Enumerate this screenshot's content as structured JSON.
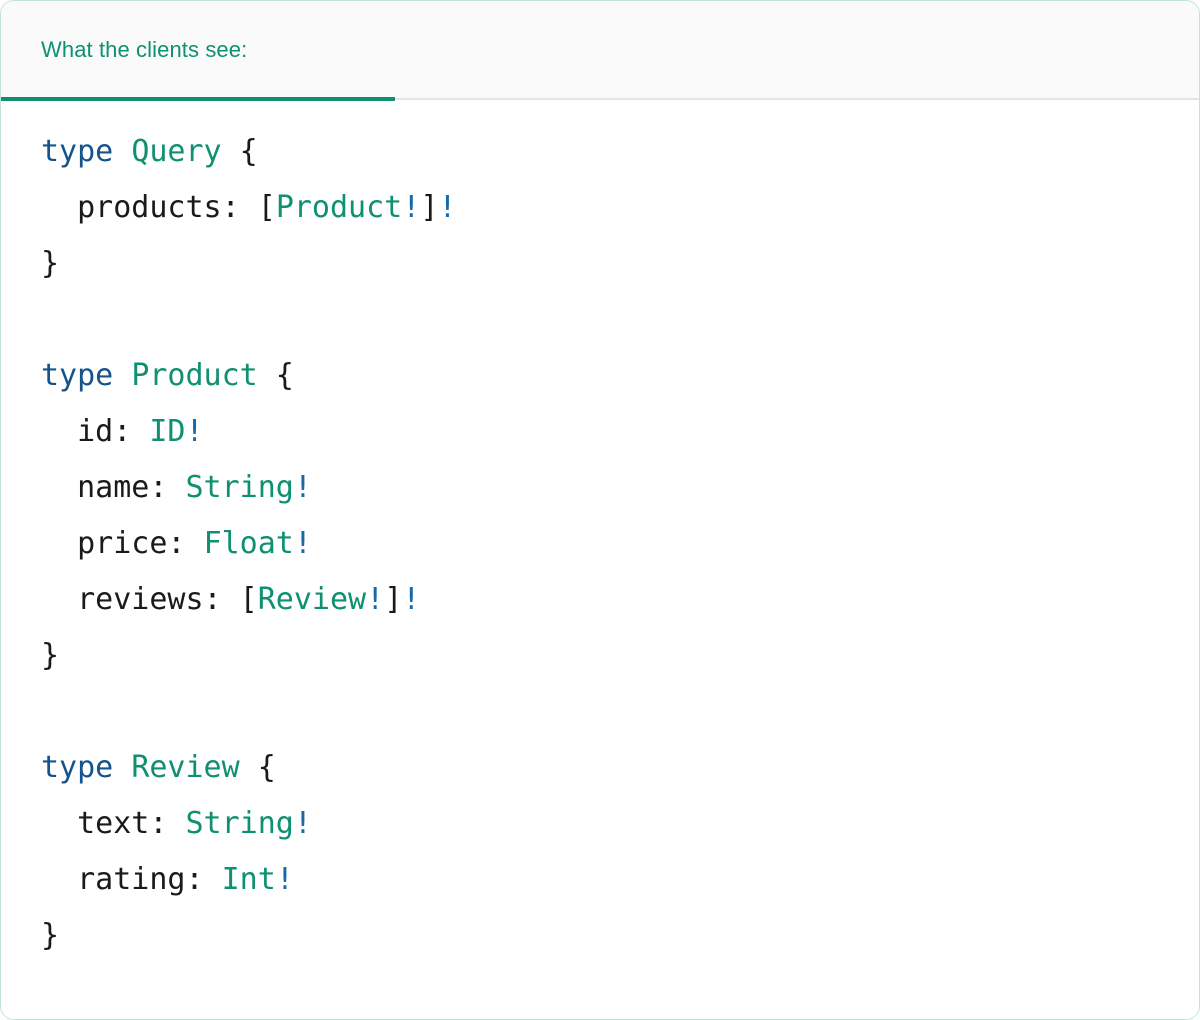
{
  "card": {
    "border_color": "#c3e3d4",
    "background": "#ffffff"
  },
  "header": {
    "background": "#fafafa",
    "active_tab_label": "What the clients see:",
    "accent_color": "#0e9071",
    "divider_color": "#e4e4e4"
  },
  "syntax_colors": {
    "keyword": "#15538c",
    "typename": "#0e9071",
    "non_null_bang": "#1769aa",
    "plain": "#1a1a1a"
  },
  "code": {
    "language": "graphql",
    "raw": "type Query {\n  products: [Product!]!\n}\n\ntype Product {\n  id: ID!\n  name: String!\n  price: Float!\n  reviews: [Review!]!\n}\n\ntype Review {\n  text: String!\n  rating: Int!\n}",
    "lines": [
      {
        "id": "l1",
        "tokens": [
          {
            "t": "type",
            "c": "keyword"
          },
          {
            "t": " ",
            "c": "plain"
          },
          {
            "t": "Query",
            "c": "typename"
          },
          {
            "t": " {",
            "c": "plain"
          }
        ]
      },
      {
        "id": "l2",
        "tokens": [
          {
            "t": "  products: [",
            "c": "plain"
          },
          {
            "t": "Product",
            "c": "typename"
          },
          {
            "t": "!",
            "c": "bang"
          },
          {
            "t": "]",
            "c": "plain"
          },
          {
            "t": "!",
            "c": "bang"
          }
        ]
      },
      {
        "id": "l3",
        "tokens": [
          {
            "t": "}",
            "c": "plain"
          }
        ]
      },
      {
        "id": "l4",
        "tokens": []
      },
      {
        "id": "l5",
        "tokens": [
          {
            "t": "type",
            "c": "keyword"
          },
          {
            "t": " ",
            "c": "plain"
          },
          {
            "t": "Product",
            "c": "typename"
          },
          {
            "t": " {",
            "c": "plain"
          }
        ]
      },
      {
        "id": "l6",
        "tokens": [
          {
            "t": "  id: ",
            "c": "plain"
          },
          {
            "t": "ID",
            "c": "typename"
          },
          {
            "t": "!",
            "c": "bang"
          }
        ]
      },
      {
        "id": "l7",
        "tokens": [
          {
            "t": "  name: ",
            "c": "plain"
          },
          {
            "t": "String",
            "c": "typename"
          },
          {
            "t": "!",
            "c": "bang"
          }
        ]
      },
      {
        "id": "l8",
        "tokens": [
          {
            "t": "  price: ",
            "c": "plain"
          },
          {
            "t": "Float",
            "c": "typename"
          },
          {
            "t": "!",
            "c": "bang"
          }
        ]
      },
      {
        "id": "l9",
        "tokens": [
          {
            "t": "  reviews: [",
            "c": "plain"
          },
          {
            "t": "Review",
            "c": "typename"
          },
          {
            "t": "!",
            "c": "bang"
          },
          {
            "t": "]",
            "c": "plain"
          },
          {
            "t": "!",
            "c": "bang"
          }
        ]
      },
      {
        "id": "l10",
        "tokens": [
          {
            "t": "}",
            "c": "plain"
          }
        ]
      },
      {
        "id": "l11",
        "tokens": []
      },
      {
        "id": "l12",
        "tokens": [
          {
            "t": "type",
            "c": "keyword"
          },
          {
            "t": " ",
            "c": "plain"
          },
          {
            "t": "Review",
            "c": "typename"
          },
          {
            "t": " {",
            "c": "plain"
          }
        ]
      },
      {
        "id": "l13",
        "tokens": [
          {
            "t": "  text: ",
            "c": "plain"
          },
          {
            "t": "String",
            "c": "typename"
          },
          {
            "t": "!",
            "c": "bang"
          }
        ]
      },
      {
        "id": "l14",
        "tokens": [
          {
            "t": "  rating: ",
            "c": "plain"
          },
          {
            "t": "Int",
            "c": "typename"
          },
          {
            "t": "!",
            "c": "bang"
          }
        ]
      },
      {
        "id": "l15",
        "tokens": [
          {
            "t": "}",
            "c": "plain"
          }
        ]
      }
    ]
  }
}
